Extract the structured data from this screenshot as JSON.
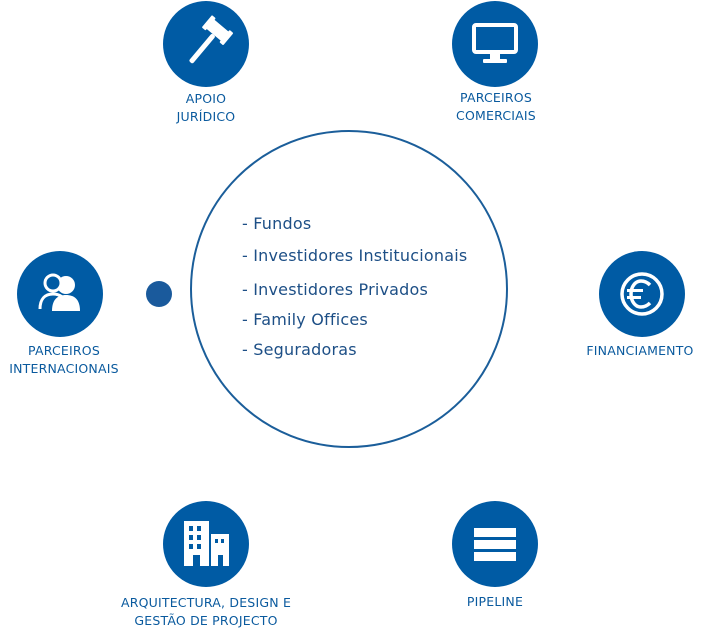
{
  "center": {
    "items": [
      "- Fundos",
      "- Investidores Institucionais",
      "- Investidores Privados",
      "- Family Offices",
      "- Seguradoras"
    ]
  },
  "nodes": [
    {
      "key": "apoio_juridico",
      "icon": "gavel-icon",
      "label_lines": [
        "APOIO",
        "JURÍDICO"
      ]
    },
    {
      "key": "parceiros_comerciais",
      "icon": "monitor-icon",
      "label_lines": [
        "PARCEIROS",
        "COMERCIAIS"
      ]
    },
    {
      "key": "parceiros_internacionais",
      "icon": "users-icon",
      "label_lines": [
        "PARCEIROS",
        "INTERNACIONAIS"
      ]
    },
    {
      "key": "financiamento",
      "icon": "euro-icon",
      "label_lines": [
        "FINANCIAMENTO"
      ]
    },
    {
      "key": "arquitectura",
      "icon": "buildings-icon",
      "label_lines": [
        "ARQUITECTURA, DESIGN E",
        "GESTÃO DE PROJECTO"
      ]
    },
    {
      "key": "pipeline",
      "icon": "list-bars-icon",
      "label_lines": [
        "PIPELINE"
      ]
    }
  ],
  "colors": {
    "node_fill": "#005ba4",
    "ring_stroke": "#1b5e9a",
    "label_text": "#0a5a9e",
    "list_text": "#1d4f86"
  }
}
